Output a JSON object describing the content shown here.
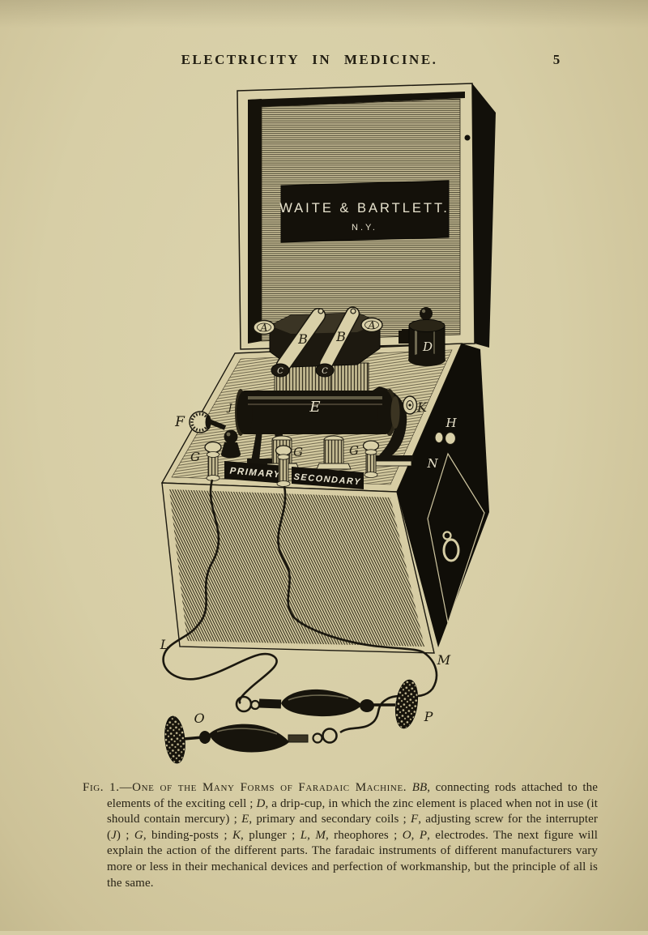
{
  "page": {
    "paper_color": "#d6cda5",
    "ink_color": "#1b180f"
  },
  "header": {
    "title": "ELECTRICITY IN MEDICINE.",
    "page_number": "5"
  },
  "figure": {
    "maker_label": {
      "line1": "WAITE & BARTLETT.",
      "line2": "N.Y."
    },
    "plate_labels": {
      "primary": "PRIMARY",
      "secondary": "SECONDARY"
    },
    "part_labels": {
      "a1": "A",
      "a2": "A",
      "b1": "B",
      "b2": "B",
      "c1": "C",
      "c2": "C",
      "d": "D",
      "e": "E",
      "f": "F",
      "j": "J",
      "g1": "G",
      "g2": "G",
      "g3": "G",
      "k": "K",
      "h": "H",
      "n": "N",
      "l": "L",
      "m": "M",
      "o": "O",
      "p": "P"
    }
  },
  "caption": {
    "segments": [
      {
        "style": "smallcaps",
        "text": "Fig. 1.—One of the Many Forms of Faradaic Machine."
      },
      {
        "style": "roman",
        "text": "  "
      },
      {
        "style": "italic",
        "text": "BB"
      },
      {
        "style": "roman",
        "text": ", connecting rods attached to the elements of the exciting cell ; "
      },
      {
        "style": "italic",
        "text": "D"
      },
      {
        "style": "roman",
        "text": ", a drip-cup, in which the zinc element is placed when not in use (it should contain mercury) ; "
      },
      {
        "style": "italic",
        "text": "E"
      },
      {
        "style": "roman",
        "text": ", primary and secondary coils ; "
      },
      {
        "style": "italic",
        "text": "F"
      },
      {
        "style": "roman",
        "text": ", adjusting screw for the interrupter ("
      },
      {
        "style": "italic",
        "text": "J"
      },
      {
        "style": "roman",
        "text": ") ; "
      },
      {
        "style": "italic",
        "text": "G"
      },
      {
        "style": "roman",
        "text": ", binding-posts ; "
      },
      {
        "style": "italic",
        "text": "K"
      },
      {
        "style": "roman",
        "text": ", plunger ; "
      },
      {
        "style": "italic",
        "text": "L"
      },
      {
        "style": "roman",
        "text": ", "
      },
      {
        "style": "italic",
        "text": "M"
      },
      {
        "style": "roman",
        "text": ", rheophores ; "
      },
      {
        "style": "italic",
        "text": "O"
      },
      {
        "style": "roman",
        "text": ", "
      },
      {
        "style": "italic",
        "text": "P"
      },
      {
        "style": "roman",
        "text": ", electrodes. The next figure will explain the action of the different parts. The faradaic instruments of different manufacturers vary more or less in their mechanical devices and perfection of workmanship, but the principle of all is the same."
      }
    ]
  }
}
